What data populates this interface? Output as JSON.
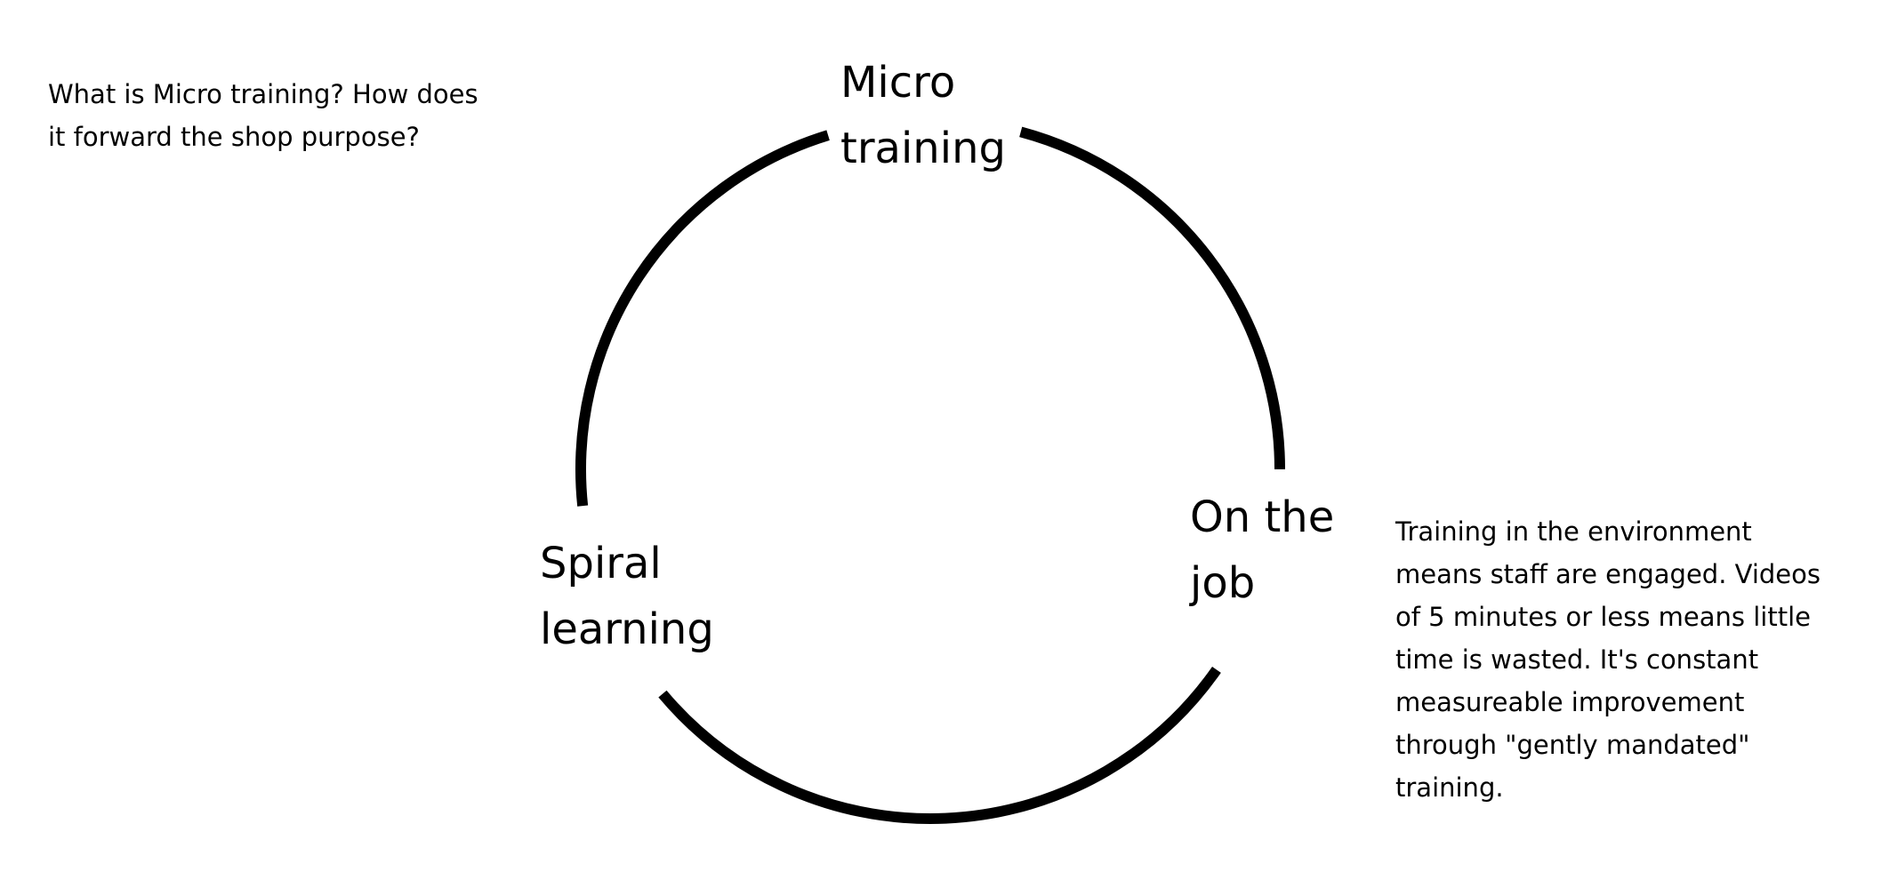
{
  "question": {
    "lines": [
      "What is Micro training? How does",
      "it forward the shop purpose?"
    ]
  },
  "cycle": {
    "stages": [
      {
        "lines": [
          "Micro",
          "training"
        ]
      },
      {
        "lines": [
          "On the",
          "job"
        ]
      },
      {
        "lines": [
          "Spiral",
          "learning"
        ]
      }
    ]
  },
  "explanation": {
    "lines": [
      "Training in the environment",
      "means staff are engaged. Videos",
      "of 5 minutes or less means little",
      "time is wasted. It's constant",
      "measureable improvement",
      "through \"gently mandated\"",
      "training."
    ]
  },
  "colors": {
    "stroke": "#000000",
    "text": "#000000",
    "background": "#ffffff"
  }
}
